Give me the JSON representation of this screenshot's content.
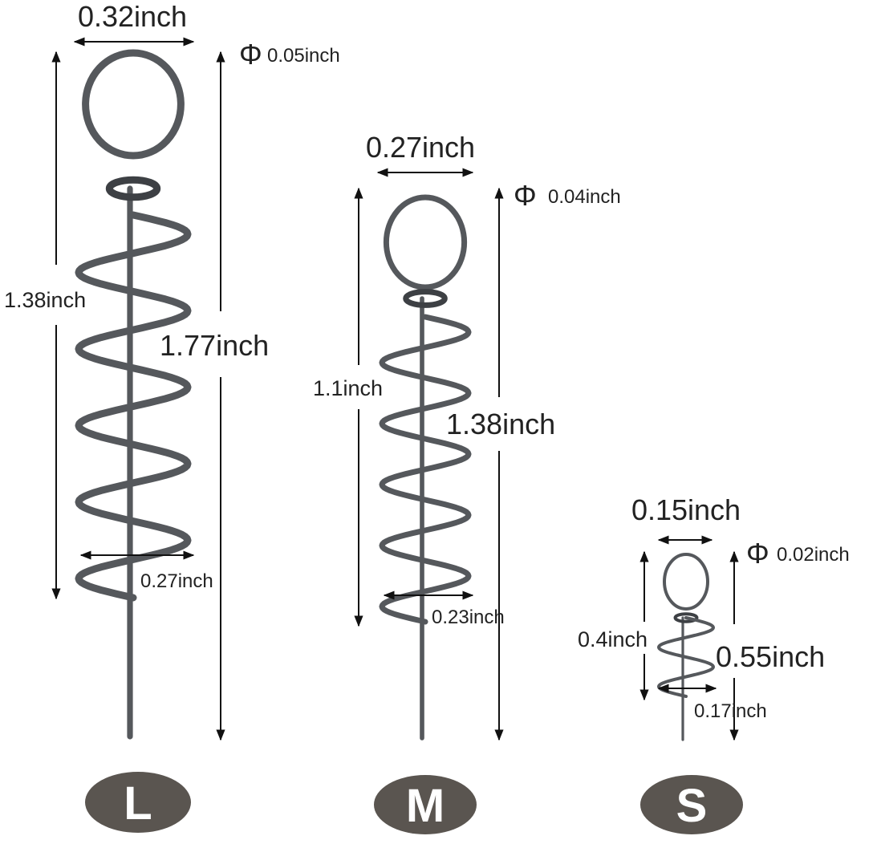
{
  "items": [
    {
      "size": "L",
      "eye_width": "0.32inch",
      "wire_diameter": "0.05inch",
      "coil_length": "1.38inch",
      "total_length": "1.77inch",
      "coil_width": "0.27inch"
    },
    {
      "size": "M",
      "eye_width": "0.27inch",
      "wire_diameter": "0.04inch",
      "coil_length": "1.1inch",
      "total_length": "1.38inch",
      "coil_width": "0.23inch"
    },
    {
      "size": "S",
      "eye_width": "0.15inch",
      "wire_diameter": "0.02inch",
      "coil_length": "0.4inch",
      "total_length": "0.55inch",
      "coil_width": "0.17inch"
    }
  ],
  "diameter_symbol": "Φ",
  "colors": {
    "badge": "#5a5550",
    "wire": "#55585c",
    "arrow": "#111111"
  }
}
